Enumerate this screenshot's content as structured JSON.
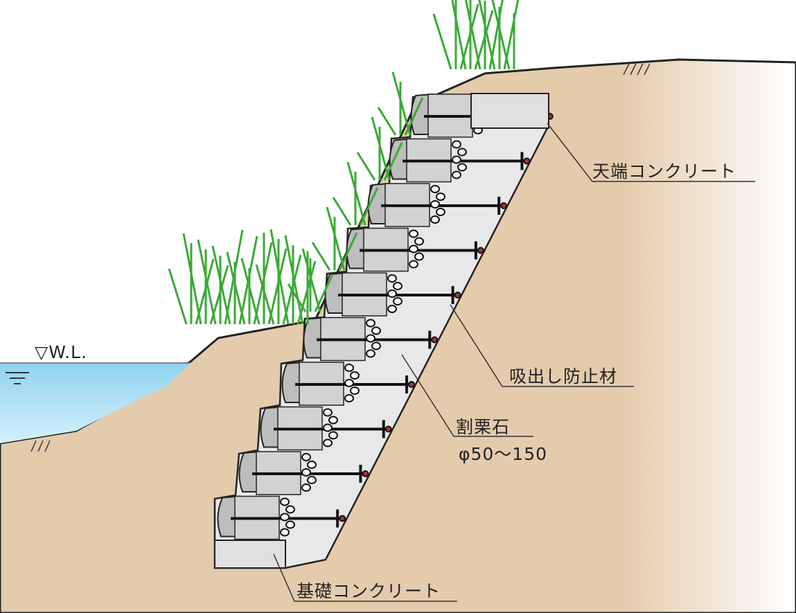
{
  "labels": {
    "water_level": "▽W.L.",
    "crown_concrete": "天端コンクリート",
    "suction_prevention": "吸出し防止材",
    "crushed_stone": "割栗石",
    "crushed_stone_size": "φ50～150",
    "base_concrete": "基礎コンクリート"
  },
  "colors": {
    "soil": "#e4cbac",
    "water": "#a8dcf2",
    "gravel_fill": "#e8e8ea",
    "block": "#d2d2d2",
    "grass": "#3aaa35"
  }
}
